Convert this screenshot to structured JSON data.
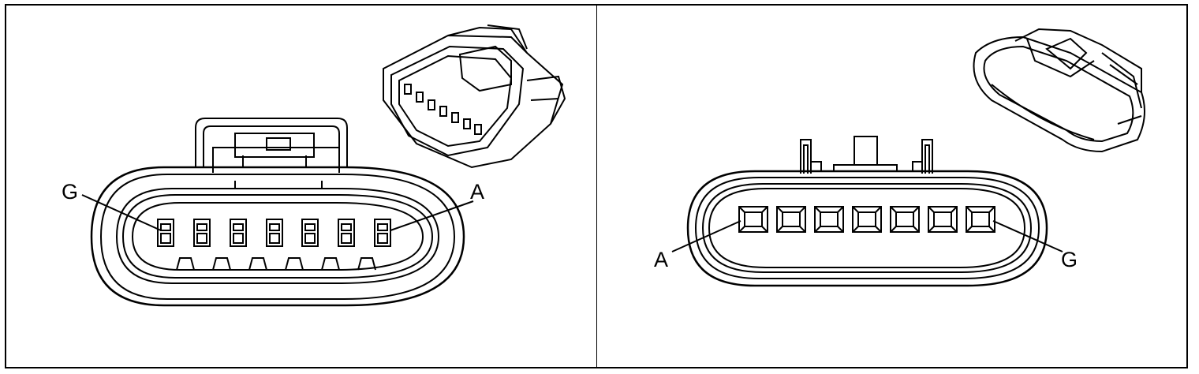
{
  "left_connector": {
    "label_left": "G",
    "label_right": "A",
    "cavity_count": 7
  },
  "right_connector": {
    "label_left": "A",
    "label_right": "G",
    "cavity_count": 7
  },
  "colors": {
    "line": "#000000",
    "background": "#ffffff"
  }
}
